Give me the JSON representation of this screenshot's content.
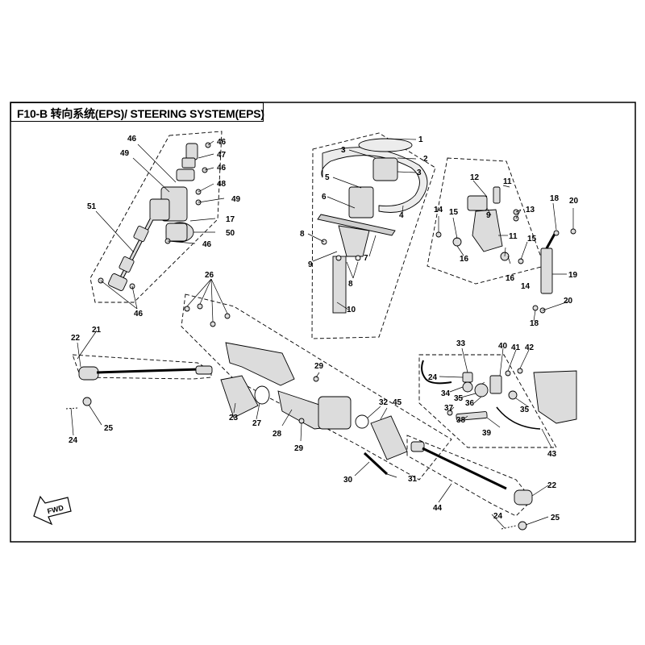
{
  "title": "F10-B 转向系统(EPS)/ STEERING SYSTEM(EPS)",
  "fwd_label": "FWD",
  "labels": [
    {
      "id": "1",
      "text": "1"
    },
    {
      "id": "2",
      "text": "2"
    },
    {
      "id": "3a",
      "text": "3"
    },
    {
      "id": "3b",
      "text": "3"
    },
    {
      "id": "4",
      "text": "4"
    },
    {
      "id": "5",
      "text": "5"
    },
    {
      "id": "6",
      "text": "6"
    },
    {
      "id": "7",
      "text": "7"
    },
    {
      "id": "8a",
      "text": "8"
    },
    {
      "id": "8b",
      "text": "8"
    },
    {
      "id": "9a",
      "text": "9"
    },
    {
      "id": "9b",
      "text": "9"
    },
    {
      "id": "10",
      "text": "10"
    },
    {
      "id": "11a",
      "text": "11"
    },
    {
      "id": "11b",
      "text": "11"
    },
    {
      "id": "12",
      "text": "12"
    },
    {
      "id": "13",
      "text": "13"
    },
    {
      "id": "14a",
      "text": "14"
    },
    {
      "id": "14b",
      "text": "14"
    },
    {
      "id": "15a",
      "text": "15"
    },
    {
      "id": "15b",
      "text": "15"
    },
    {
      "id": "16a",
      "text": "16"
    },
    {
      "id": "16b",
      "text": "16"
    },
    {
      "id": "17",
      "text": "17"
    },
    {
      "id": "18a",
      "text": "18"
    },
    {
      "id": "18b",
      "text": "18"
    },
    {
      "id": "19",
      "text": "19"
    },
    {
      "id": "20a",
      "text": "20"
    },
    {
      "id": "20b",
      "text": "20"
    },
    {
      "id": "21",
      "text": "21"
    },
    {
      "id": "22a",
      "text": "22"
    },
    {
      "id": "22b",
      "text": "22"
    },
    {
      "id": "23",
      "text": "23"
    },
    {
      "id": "24a",
      "text": "24"
    },
    {
      "id": "24b",
      "text": "24"
    },
    {
      "id": "24c",
      "text": "24"
    },
    {
      "id": "25a",
      "text": "25"
    },
    {
      "id": "25b",
      "text": "25"
    },
    {
      "id": "26",
      "text": "26"
    },
    {
      "id": "27",
      "text": "27"
    },
    {
      "id": "28",
      "text": "28"
    },
    {
      "id": "29a",
      "text": "29"
    },
    {
      "id": "29b",
      "text": "29"
    },
    {
      "id": "30",
      "text": "30"
    },
    {
      "id": "31",
      "text": "31"
    },
    {
      "id": "32",
      "text": "32"
    },
    {
      "id": "33",
      "text": "33"
    },
    {
      "id": "34",
      "text": "34"
    },
    {
      "id": "35a",
      "text": "35"
    },
    {
      "id": "35b",
      "text": "35"
    },
    {
      "id": "36",
      "text": "36"
    },
    {
      "id": "37",
      "text": "37"
    },
    {
      "id": "38",
      "text": "38"
    },
    {
      "id": "39",
      "text": "39"
    },
    {
      "id": "40",
      "text": "40"
    },
    {
      "id": "41",
      "text": "41"
    },
    {
      "id": "42",
      "text": "42"
    },
    {
      "id": "43",
      "text": "43"
    },
    {
      "id": "44",
      "text": "44"
    },
    {
      "id": "45",
      "text": "45"
    },
    {
      "id": "46a",
      "text": "46"
    },
    {
      "id": "46b",
      "text": "46"
    },
    {
      "id": "46c",
      "text": "46"
    },
    {
      "id": "46d",
      "text": "46"
    },
    {
      "id": "46e",
      "text": "46"
    },
    {
      "id": "47",
      "text": "47"
    },
    {
      "id": "48",
      "text": "48"
    },
    {
      "id": "49a",
      "text": "49"
    },
    {
      "id": "49b",
      "text": "49"
    },
    {
      "id": "50",
      "text": "50"
    },
    {
      "id": "51",
      "text": "51"
    }
  ],
  "colors": {
    "line": "#000000",
    "part_fill": "#dcdcdc",
    "background": "#ffffff"
  }
}
